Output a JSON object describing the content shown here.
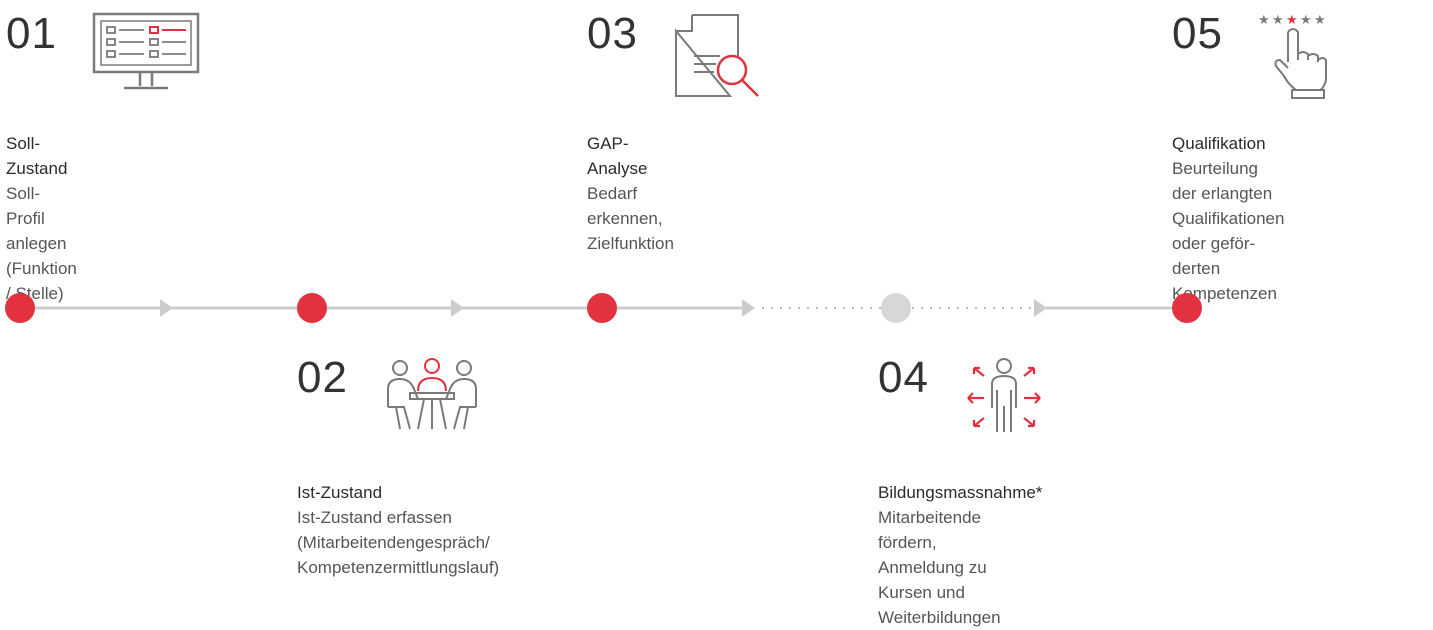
{
  "colors": {
    "accent": "#e2323f",
    "line": "#cccccc",
    "dark": "#333333",
    "gray": "#7a7a7a"
  },
  "steps": [
    {
      "num": "01",
      "icon": "monitor-list-icon",
      "title": "Soll-Zustand",
      "desc": [
        "Soll-Profil anlegen",
        "(Funktion / Stelle)"
      ]
    },
    {
      "num": "02",
      "icon": "meeting-people-icon",
      "title": "Ist-Zustand",
      "desc": [
        "Ist-Zustand erfassen",
        "(Mitarbeitendengespräch/",
        "Kompetenzermittlungslauf)"
      ]
    },
    {
      "num": "03",
      "icon": "document-search-icon",
      "title": "GAP-Analyse",
      "desc": [
        "Bedarf erkennen,",
        "Zielfunktion"
      ]
    },
    {
      "num": "04",
      "icon": "person-growth-icon",
      "title": "Bildungsmassnahme*",
      "desc": [
        "Mitarbeitende fördern,",
        "Anmeldung zu Kursen und",
        "Weiterbildungen"
      ]
    },
    {
      "num": "05",
      "icon": "star-rating-hand-icon",
      "title": "Qualifikation",
      "desc": [
        "Beurteilung der erlangten",
        "Qualifikationen oder geför-",
        "derten Kompetenzen"
      ]
    }
  ]
}
